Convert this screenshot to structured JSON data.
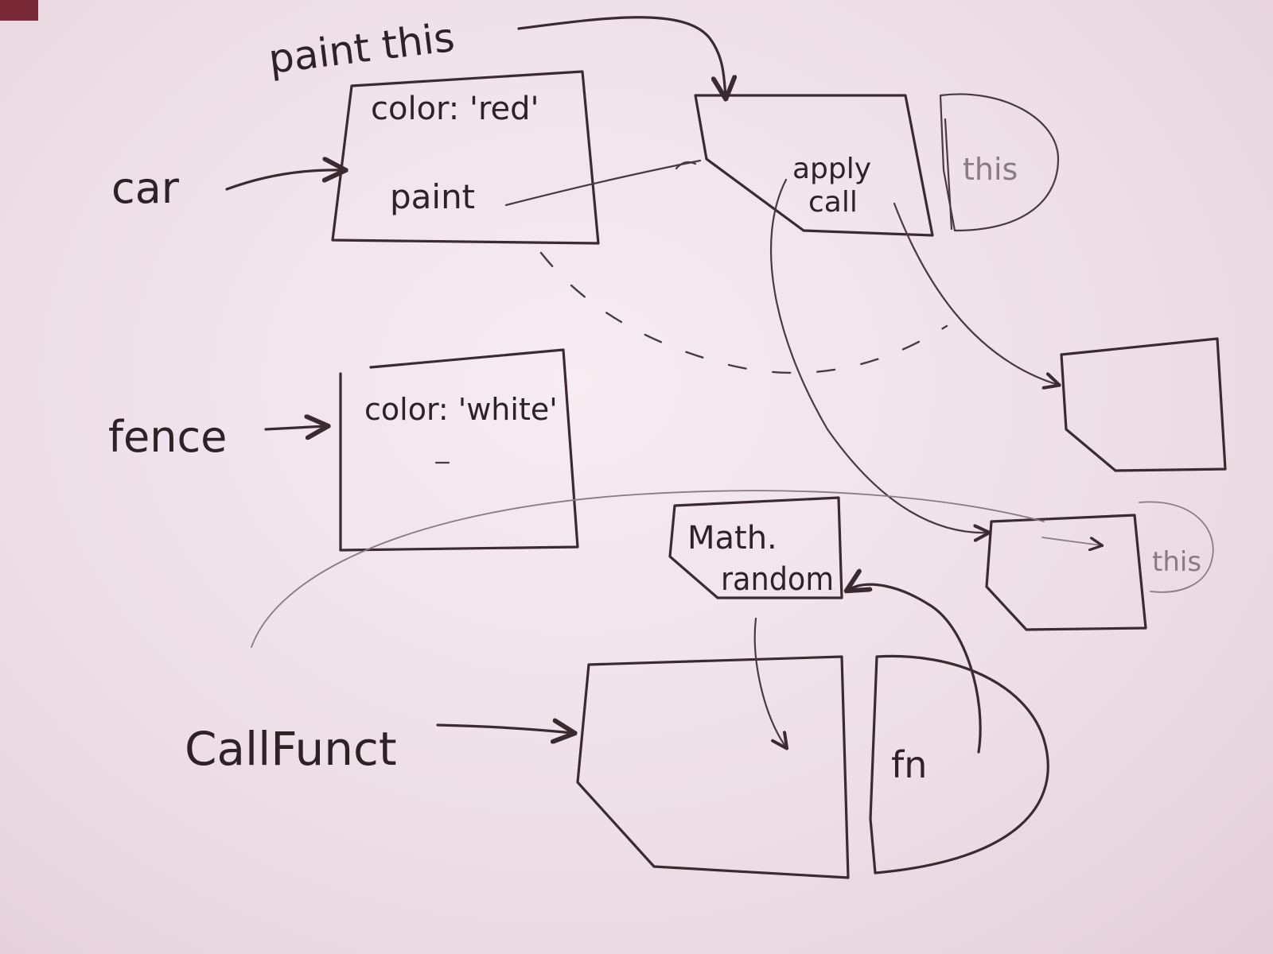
{
  "labels": {
    "paint_this": "paint this",
    "car": "car",
    "fence": "fence",
    "call_funct": "CallFunct",
    "color_red": "color: 'red'",
    "paint": "paint",
    "apply": "apply",
    "call": "call",
    "this_top": "this",
    "color_white": "color: 'white'",
    "math": "Math.",
    "random": "random",
    "this_faint": "this",
    "fn": "fn"
  },
  "colors": {
    "paper": "#efe3ea",
    "ink": "#3b2a30",
    "faint_ink": "#8a7a82"
  }
}
